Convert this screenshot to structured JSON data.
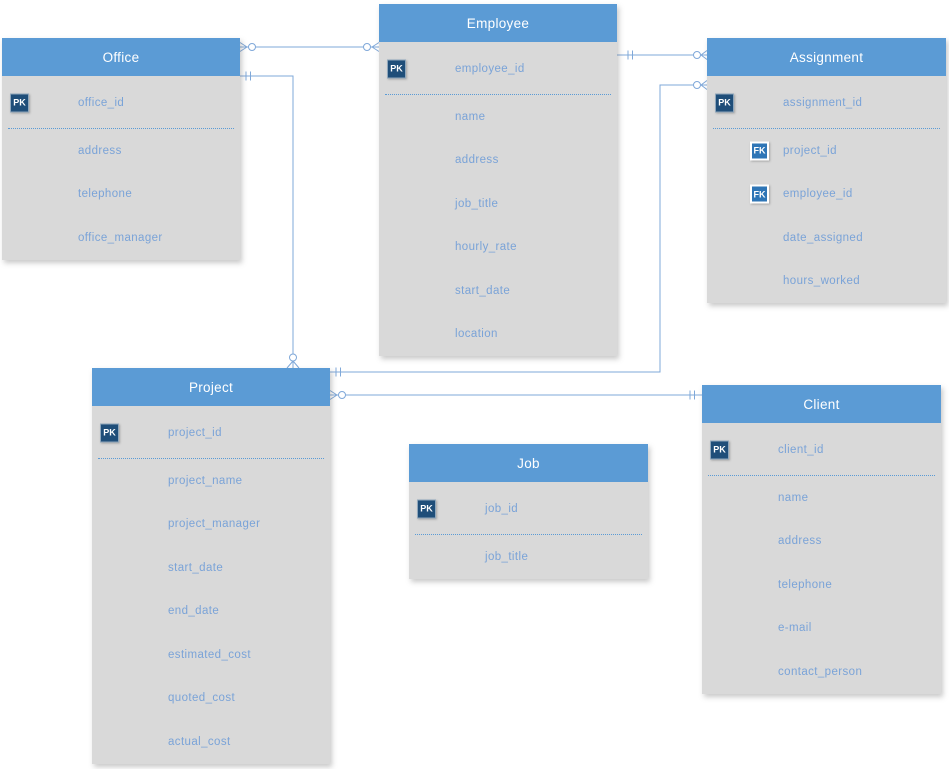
{
  "diagram": {
    "type": "entity-relationship-diagram",
    "notation": "crow's foot",
    "badge_labels": {
      "primary_key": "PK",
      "foreign_key": "FK"
    },
    "entities": [
      {
        "name": "Office",
        "fields": [
          {
            "badge": "PK",
            "name": "office_id"
          },
          {
            "badge": null,
            "name": "address"
          },
          {
            "badge": null,
            "name": "telephone"
          },
          {
            "badge": null,
            "name": "office_manager"
          }
        ]
      },
      {
        "name": "Employee",
        "fields": [
          {
            "badge": "PK",
            "name": "employee_id"
          },
          {
            "badge": null,
            "name": "name"
          },
          {
            "badge": null,
            "name": "address"
          },
          {
            "badge": null,
            "name": "job_title"
          },
          {
            "badge": null,
            "name": "hourly_rate"
          },
          {
            "badge": null,
            "name": "start_date"
          },
          {
            "badge": null,
            "name": "location"
          }
        ]
      },
      {
        "name": "Assignment",
        "fields": [
          {
            "badge": "PK",
            "name": "assignment_id"
          },
          {
            "badge": "FK",
            "name": "project_id"
          },
          {
            "badge": "FK",
            "name": "employee_id"
          },
          {
            "badge": null,
            "name": "date_assigned"
          },
          {
            "badge": null,
            "name": "hours_worked"
          }
        ]
      },
      {
        "name": "Project",
        "fields": [
          {
            "badge": "PK",
            "name": "project_id"
          },
          {
            "badge": null,
            "name": "project_name"
          },
          {
            "badge": null,
            "name": "project_manager"
          },
          {
            "badge": null,
            "name": "start_date"
          },
          {
            "badge": null,
            "name": "end_date"
          },
          {
            "badge": null,
            "name": "estimated_cost"
          },
          {
            "badge": null,
            "name": "quoted_cost"
          },
          {
            "badge": null,
            "name": "actual_cost"
          }
        ]
      },
      {
        "name": "Job",
        "fields": [
          {
            "badge": "PK",
            "name": "job_id"
          },
          {
            "badge": null,
            "name": "job_title"
          }
        ]
      },
      {
        "name": "Client",
        "fields": [
          {
            "badge": "PK",
            "name": "client_id"
          },
          {
            "badge": null,
            "name": "name"
          },
          {
            "badge": null,
            "name": "address"
          },
          {
            "badge": null,
            "name": "telephone"
          },
          {
            "badge": null,
            "name": "e-mail"
          },
          {
            "badge": null,
            "name": "contact_person"
          }
        ]
      }
    ],
    "relationships": [
      {
        "from": "Office",
        "to": "Employee",
        "from_cardinality": "zero-or-many",
        "to_cardinality": "zero-or-many"
      },
      {
        "from": "Office",
        "to": "Project",
        "from_cardinality": "one-and-only-one",
        "to_cardinality": "zero-or-many"
      },
      {
        "from": "Employee",
        "to": "Assignment",
        "from_cardinality": "one-and-only-one",
        "to_cardinality": "zero-or-many"
      },
      {
        "from": "Project",
        "to": "Assignment",
        "from_cardinality": "one-and-only-one",
        "to_cardinality": "zero-or-many"
      },
      {
        "from": "Project",
        "to": "Client",
        "from_cardinality": "zero-or-many",
        "to_cardinality": "one-and-only-one"
      }
    ],
    "colors": {
      "entity_header": "#5B9BD5",
      "entity_body": "#D9D9D9",
      "pk_badge": "#1F4E79",
      "fk_badge": "#2E75B6",
      "field_text": "#7AA3D8",
      "header_text": "#FFFFFF",
      "connector": "#7FA8D9",
      "separator": "#5B9BD5",
      "canvas_background": "#FFFFFF"
    }
  }
}
